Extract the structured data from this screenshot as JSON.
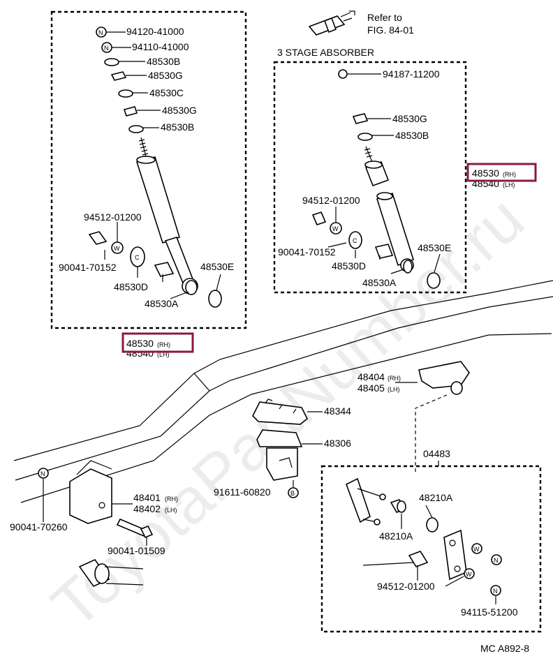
{
  "left_group": {
    "parts": {
      "p94120": "94120-41000",
      "p94110": "94110-41000",
      "b1": "48530B",
      "g1": "48530G",
      "c": "48530C",
      "g2": "48530G",
      "b2": "48530B",
      "p94512": "94512-01200",
      "p90041": "90041-70152",
      "d": "48530D",
      "a": "48530A",
      "e": "48530E"
    },
    "callout_main": "48530",
    "callout_main_side": "(RH)",
    "callout_sub": "48540",
    "callout_sub_side": "(LH)"
  },
  "right_group": {
    "title": "3 STAGE ABSORBER",
    "refer_line1": "Refer to",
    "refer_line2": "FIG. 84-01",
    "parts": {
      "p94187": "94187-11200",
      "g": "48530G",
      "b": "48530B",
      "p94512": "94512-01200",
      "p90041": "90041-70152",
      "d": "48530D",
      "a": "48530A",
      "e": "48530E"
    },
    "callout_main": "48530",
    "callout_main_side": "(RH)",
    "callout_sub": "48540",
    "callout_sub_side": "(LH)"
  },
  "frame_parts": {
    "bracket_rh": "48404",
    "bracket_rh_side": "(RH)",
    "bracket_lh": "48405",
    "bracket_lh_side": "(LH)",
    "p48344": "48344",
    "p48306": "48306",
    "p91611": "91611-60820",
    "p04483": "04483",
    "p90041_70260": "90041-70260",
    "p48401": "48401",
    "p48401_side": "(RH)",
    "p48402": "48402",
    "p48402_side": "(LH)",
    "p90041_01509": "90041-01509"
  },
  "shackle_group": {
    "a1": "48210A",
    "a2": "48210A",
    "p94512": "94512-01200",
    "p94115": "94115-51200"
  },
  "symbols": {
    "n": "N",
    "w": "W",
    "c": "C",
    "b": "B"
  },
  "figure_code": "MC A892-8",
  "watermark": "ToyotaPartNumber.ru",
  "colors": {
    "highlight": "#8b1a3a",
    "line": "#000000"
  }
}
